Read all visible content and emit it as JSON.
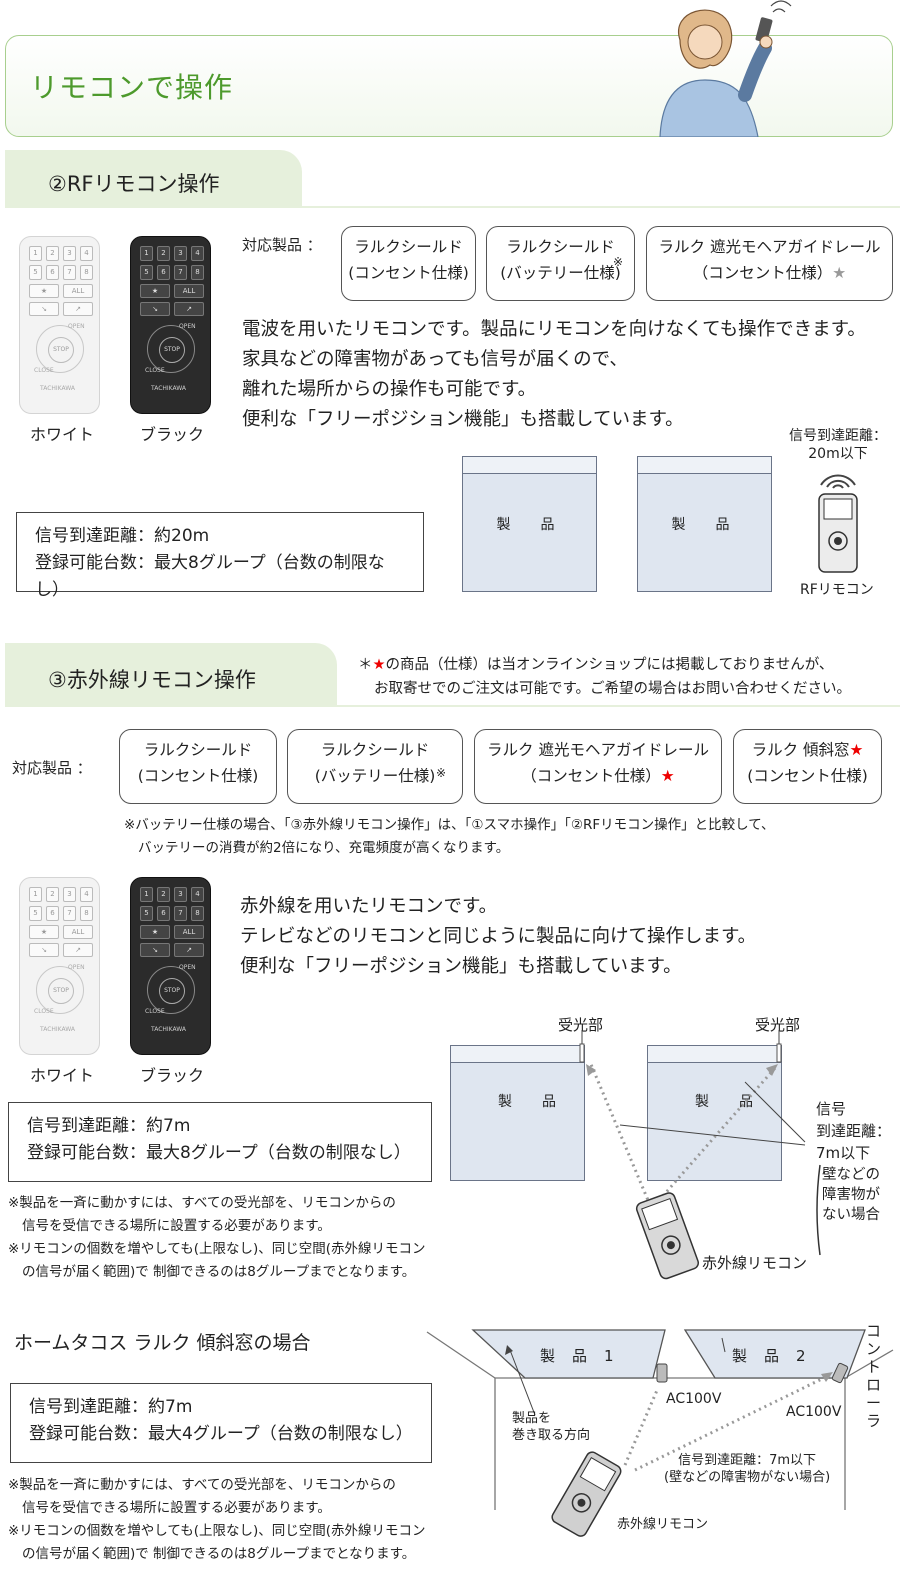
{
  "banner": {
    "title": "リモコンで操作"
  },
  "rf": {
    "title": "②RFリモコン操作",
    "compatible_label": "対応製品 ：",
    "products": [
      {
        "line1": "ラルクシールド",
        "line2": "(コンセント仕様)",
        "mark": ""
      },
      {
        "line1": "ラルクシールド",
        "line2": "(バッテリー仕様)",
        "mark": "※"
      },
      {
        "line1": "ラルク 遮光モヘアガイドレール",
        "line2": "（コンセント仕様）",
        "mark": "★"
      }
    ],
    "description": [
      "電波を用いたリモコンです。製品にリモコンを向けなくても操作できます。",
      "家具などの障害物があっても信号が届くので、",
      "離れた場所からの操作も可能です。",
      "便利な「フリーポジション機能」も搭載しています。"
    ],
    "remote_white_caption": "ホワイト",
    "remote_black_caption": "ブラック",
    "spec": [
      "信号到達距離：約20m",
      "登録可能台数：最大8グループ（台数の制限なし）"
    ],
    "product_label": "製　品",
    "range_label_1": "信号到達距離：",
    "range_label_2": "20m以下",
    "remote_caption": "RFリモコン"
  },
  "ir": {
    "title": "③赤外線リモコン操作",
    "note_star": "★",
    "note_line1_prefix": "＊",
    "note_line1": "の商品（仕様）は当オンラインショップには掲載しておりませんが、",
    "note_line2": "お取寄せでのご注文は可能です。ご希望の場合はお問い合わせください。",
    "compatible_label": "対応製品 ：",
    "products": [
      {
        "line1": "ラルクシールド",
        "line2": "(コンセント仕様)",
        "mark": ""
      },
      {
        "line1": "ラルクシールド",
        "line2": "(バッテリー仕様)",
        "mark": "※"
      },
      {
        "line1": "ラルク 遮光モヘアガイドレール",
        "line2": "（コンセント仕様）",
        "mark": "★"
      },
      {
        "line1": "ラルク 傾斜窓",
        "line2": "(コンセント仕様)",
        "mark": "★"
      }
    ],
    "battery_note_1": "※バッテリー仕様の場合、「③赤外線リモコン操作」は、「①スマホ操作」「②RFリモコン操作」と比較して、",
    "battery_note_2": "バッテリーの消費が約2倍になり、充電頻度が高くなります。",
    "description": [
      "赤外線を用いたリモコンです。",
      "テレビなどのリモコンと同じように製品に向けて操作します。",
      "便利な「フリーポジション機能」も搭載しています。"
    ],
    "remote_white_caption": "ホワイト",
    "remote_black_caption": "ブラック",
    "spec": [
      "信号到達距離：約7m",
      "登録可能台数：最大8グループ（台数の制限なし）"
    ],
    "notes": [
      "※製品を一斉に動かすには、すべての受光部を、リモコンからの",
      "信号を受信できる場所に設置する必要があります。",
      "※リモコンの個数を増やしても(上限なし)、同じ空間(赤外線リモコン",
      "の信号が届く範囲)で 制御できるのは8グループまでとなります。"
    ],
    "receiver_label": "受光部",
    "product_label": "製　品",
    "range_1": "信号",
    "range_2": "到達距離：",
    "range_3": "7m以下",
    "obstacle": [
      "壁などの",
      "障害物が",
      "ない場合"
    ],
    "remote_caption": "赤外線リモコン"
  },
  "slant": {
    "title": "ホームタコス ラルク 傾斜窓の場合",
    "spec": [
      "信号到達距離：約7m",
      "登録可能台数：最大4グループ（台数の制限なし）"
    ],
    "notes": [
      "※製品を一斉に動かすには、すべての受光部を、リモコンからの",
      "信号を受信できる場所に設置する必要があります。",
      "※リモコンの個数を増やしても(上限なし)、同じ空間(赤外線リモコン",
      "の信号が届く範囲)で 制御できるのは8グループまでとなります。"
    ],
    "product1": "製　品　1",
    "product2": "製　品　2",
    "ac1": "AC100V",
    "ac2": "AC100V",
    "controller": "コントローラ",
    "wind_1": "製品を",
    "wind_2": "巻き取る方向",
    "range_1": "信号到達距離：7m以下",
    "range_2": "(壁などの障害物がない場合)",
    "remote_caption": "赤外線リモコン"
  }
}
